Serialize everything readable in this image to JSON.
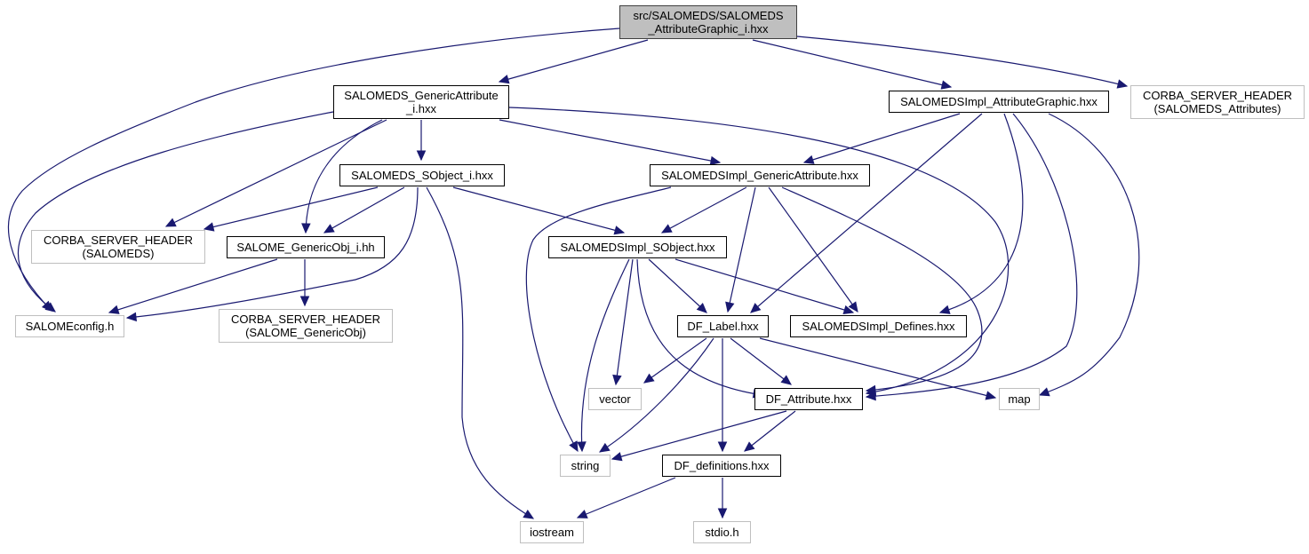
{
  "diagram": {
    "type": "include-dependency-graph",
    "colors": {
      "edge": "#191970",
      "root_fill": "#bfbfbf",
      "root_border": "#404040",
      "local_border": "#000000",
      "external_border": "#bfbfbf"
    },
    "nodes": {
      "root": {
        "label": "src/SALOMEDS/SALOMEDS\n_AttributeGraphic_i.hxx",
        "kind": "root"
      },
      "generic_attr_i": {
        "label": "SALOMEDS_GenericAttribute\n_i.hxx",
        "kind": "local"
      },
      "impl_attr_graphic": {
        "label": "SALOMEDSImpl_AttributeGraphic.hxx",
        "kind": "local"
      },
      "corba_attributes": {
        "label": "CORBA_SERVER_HEADER\n(SALOMEDS_Attributes)",
        "kind": "external"
      },
      "sobject_i": {
        "label": "SALOMEDS_SObject_i.hxx",
        "kind": "local"
      },
      "impl_generic_attr": {
        "label": "SALOMEDSImpl_GenericAttribute.hxx",
        "kind": "local"
      },
      "corba_salomeds": {
        "label": "CORBA_SERVER_HEADER\n(SALOMEDS)",
        "kind": "external"
      },
      "generic_obj_i": {
        "label": "SALOME_GenericObj_i.hh",
        "kind": "local"
      },
      "impl_sobject": {
        "label": "SALOMEDSImpl_SObject.hxx",
        "kind": "local"
      },
      "salome_config": {
        "label": "SALOMEconfig.h",
        "kind": "external"
      },
      "corba_generic_obj": {
        "label": "CORBA_SERVER_HEADER\n(SALOME_GenericObj)",
        "kind": "external"
      },
      "df_label": {
        "label": "DF_Label.hxx",
        "kind": "local"
      },
      "impl_defines": {
        "label": "SALOMEDSImpl_Defines.hxx",
        "kind": "local"
      },
      "vector": {
        "label": "vector",
        "kind": "external"
      },
      "df_attribute": {
        "label": "DF_Attribute.hxx",
        "kind": "local"
      },
      "map": {
        "label": "map",
        "kind": "external"
      },
      "string": {
        "label": "string",
        "kind": "external"
      },
      "df_definitions": {
        "label": "DF_definitions.hxx",
        "kind": "local"
      },
      "iostream": {
        "label": "iostream",
        "kind": "external"
      },
      "stdio": {
        "label": "stdio.h",
        "kind": "external"
      }
    },
    "edges": [
      [
        "root",
        "generic_attr_i"
      ],
      [
        "root",
        "impl_attr_graphic"
      ],
      [
        "root",
        "corba_attributes"
      ],
      [
        "root",
        "salome_config"
      ],
      [
        "generic_attr_i",
        "sobject_i"
      ],
      [
        "generic_attr_i",
        "impl_generic_attr"
      ],
      [
        "generic_attr_i",
        "corba_salomeds"
      ],
      [
        "generic_attr_i",
        "generic_obj_i"
      ],
      [
        "generic_attr_i",
        "salome_config"
      ],
      [
        "generic_attr_i",
        "df_attribute"
      ],
      [
        "impl_attr_graphic",
        "impl_generic_attr"
      ],
      [
        "impl_attr_graphic",
        "df_label"
      ],
      [
        "impl_attr_graphic",
        "impl_defines"
      ],
      [
        "impl_attr_graphic",
        "df_attribute"
      ],
      [
        "impl_attr_graphic",
        "map"
      ],
      [
        "sobject_i",
        "corba_salomeds"
      ],
      [
        "sobject_i",
        "generic_obj_i"
      ],
      [
        "sobject_i",
        "salome_config"
      ],
      [
        "sobject_i",
        "impl_sobject"
      ],
      [
        "sobject_i",
        "iostream"
      ],
      [
        "impl_generic_attr",
        "impl_sobject"
      ],
      [
        "impl_generic_attr",
        "df_label"
      ],
      [
        "impl_generic_attr",
        "impl_defines"
      ],
      [
        "impl_generic_attr",
        "df_attribute"
      ],
      [
        "impl_generic_attr",
        "string"
      ],
      [
        "generic_obj_i",
        "salome_config"
      ],
      [
        "generic_obj_i",
        "corba_generic_obj"
      ],
      [
        "impl_sobject",
        "df_label"
      ],
      [
        "impl_sobject",
        "impl_defines"
      ],
      [
        "impl_sobject",
        "vector"
      ],
      [
        "impl_sobject",
        "string"
      ],
      [
        "impl_sobject",
        "df_attribute"
      ],
      [
        "df_label",
        "vector"
      ],
      [
        "df_label",
        "string"
      ],
      [
        "df_label",
        "df_attribute"
      ],
      [
        "df_label",
        "df_definitions"
      ],
      [
        "df_label",
        "map"
      ],
      [
        "df_attribute",
        "string"
      ],
      [
        "df_attribute",
        "df_definitions"
      ],
      [
        "df_definitions",
        "iostream"
      ],
      [
        "df_definitions",
        "stdio"
      ]
    ]
  }
}
